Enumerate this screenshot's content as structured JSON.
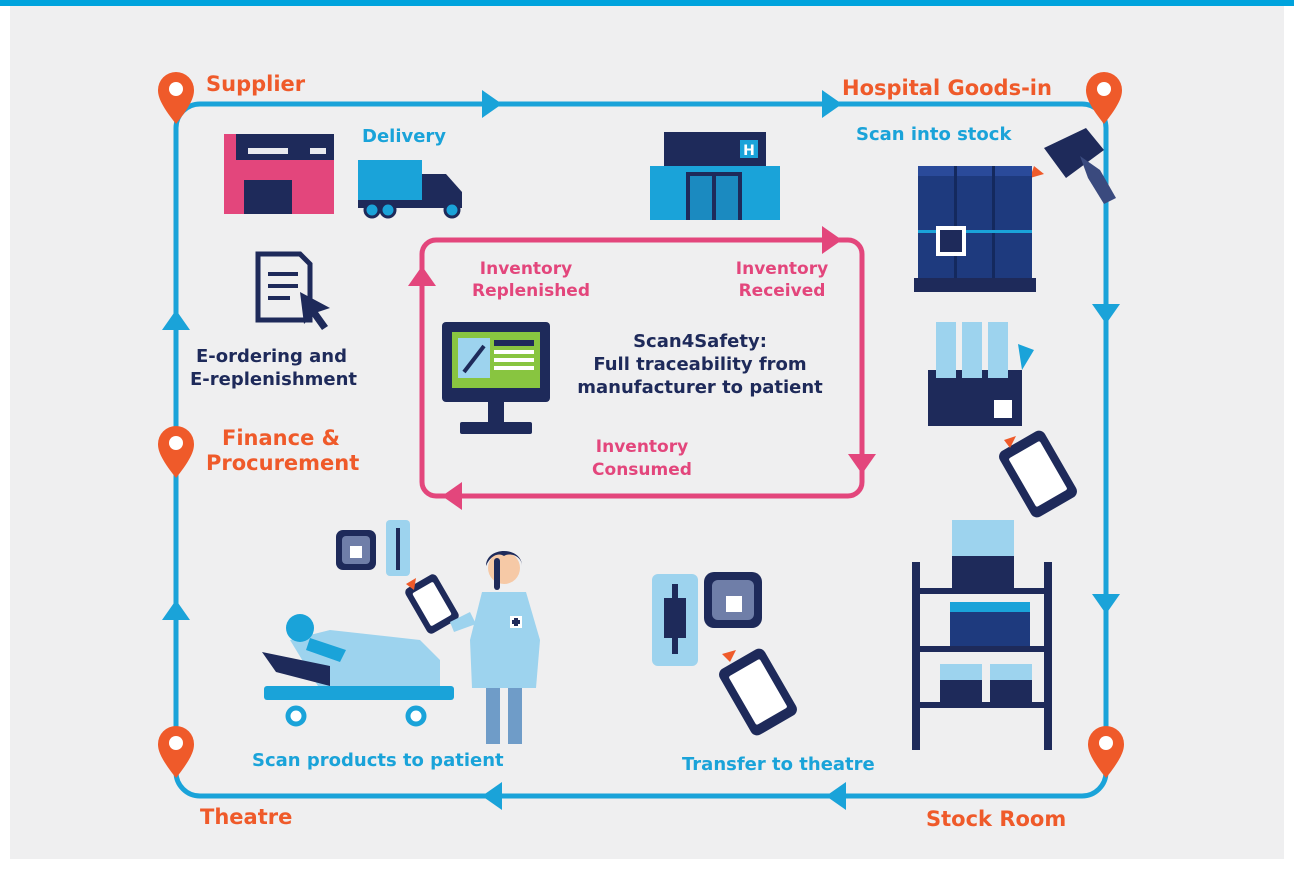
{
  "locations": {
    "supplier": "Supplier",
    "hospital_goods_in": "Hospital Goods-in",
    "finance_line1": "Finance &",
    "finance_line2": "Procurement",
    "theatre": "Theatre",
    "stock_room": "Stock Room"
  },
  "steps": {
    "delivery": "Delivery",
    "scan_into_stock": "Scan into stock",
    "eordering_line1": "E-ordering and",
    "eordering_line2": "E-replenishment",
    "scan_products_to_patient": "Scan products to patient",
    "transfer_to_theatre": "Transfer to theatre"
  },
  "inner_cycle": {
    "replenished_line1": "Inventory",
    "replenished_line2": "Replenished",
    "received_line1": "Inventory",
    "received_line2": "Received",
    "consumed_line1": "Inventory",
    "consumed_line2": "Consumed"
  },
  "center_text": {
    "line1": "Scan4Safety:",
    "line2": "Full traceability from",
    "line3": "manufacturer to patient"
  },
  "hospital_sign": "H",
  "colors": {
    "outer_loop": "#1aa3d9",
    "inner_loop": "#e3467c",
    "location_pin": "#ef5a2a",
    "navy": "#1e2a5a"
  }
}
